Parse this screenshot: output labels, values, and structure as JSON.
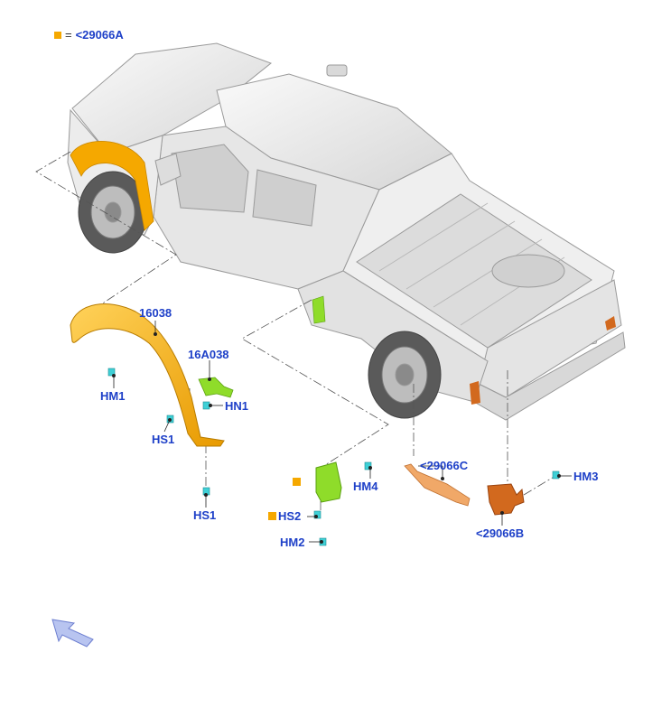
{
  "legend": {
    "equals": "=",
    "code": "<29066A",
    "color": "#f5a800"
  },
  "labels": {
    "fender_flare": "16038",
    "bracket": "16A038",
    "hm1": "HM1",
    "hn1": "HN1",
    "hs1_upper": "HS1",
    "hs1_lower": "HS1",
    "hm4": "HM4",
    "part_c": "<29066C",
    "hm3": "HM3",
    "part_b": "<29066B",
    "hs2": "HS2",
    "hm2": "HM2"
  },
  "colors": {
    "label_blue": "#1e40c8",
    "flare_orange": "#f5a800",
    "green_part": "#8fdc2a",
    "dark_orange_part": "#d2691e",
    "fastener_cyan": "#3fd0d6",
    "truck_body": "#e8e8e8"
  },
  "icons": [
    "view-direction-arrow-icon"
  ]
}
